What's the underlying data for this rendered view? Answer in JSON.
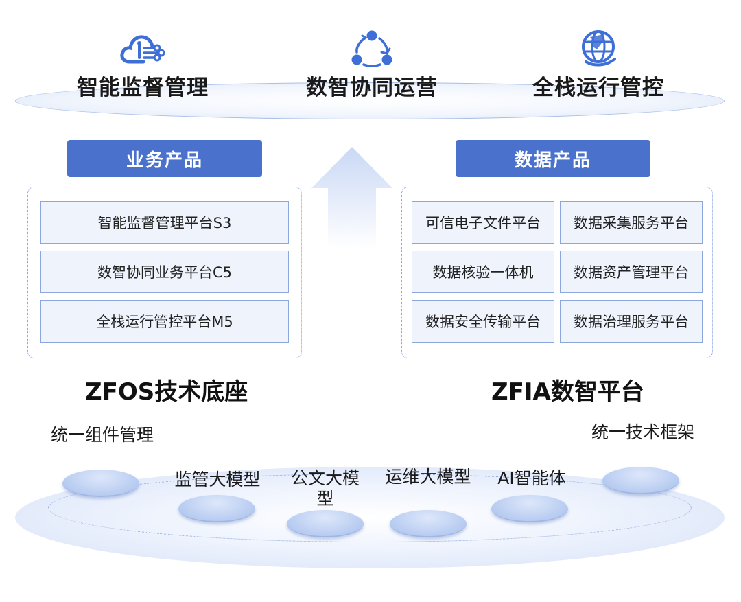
{
  "top_items": [
    {
      "label": "智能监督管理",
      "icon": "cloud-network-icon"
    },
    {
      "label": "数智协同运营",
      "icon": "cycle-nodes-icon"
    },
    {
      "label": "全栈运行管控",
      "icon": "globe-icon"
    }
  ],
  "business": {
    "header": "业务产品",
    "items": [
      "智能监督管理平台S3",
      "数智协同业务平台C5",
      "全栈运行管控平台M5"
    ],
    "footer": "ZFOS技术底座"
  },
  "data_products": {
    "header": "数据产品",
    "items": [
      "可信电子文件平台",
      "数据采集服务平台",
      "数据核验一体机",
      "数据资产管理平台",
      "数据安全传输平台",
      "数据治理服务平台"
    ],
    "footer": "ZFIA数智平台"
  },
  "base": {
    "items": [
      {
        "label": "统一组件管理"
      },
      {
        "label": "监管大模型"
      },
      {
        "label": "公文大模型"
      },
      {
        "label": "运维大模型"
      },
      {
        "label": "AI智能体"
      },
      {
        "label": "统一技术框架"
      }
    ]
  },
  "colors": {
    "accent": "#4a72cc",
    "icon": "#3d6fd6",
    "box_fill": "#eef3fc",
    "box_border": "#8ca7de"
  }
}
